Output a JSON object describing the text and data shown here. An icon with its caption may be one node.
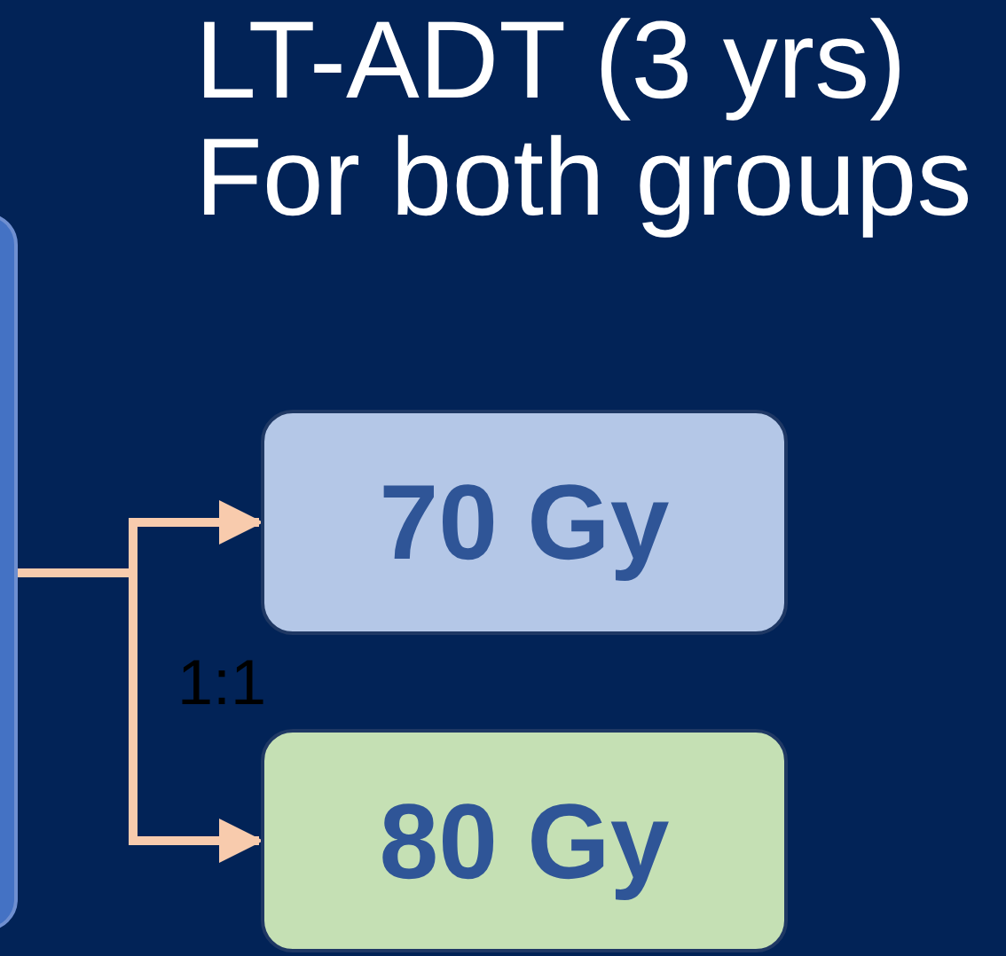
{
  "diagram": {
    "title": "LT-ADT (3 yrs) For both groups",
    "nodes": [
      {
        "text": [],
        "shape": "box"
      },
      {
        "text": [
          "70 Gy"
        ]
      },
      {
        "text": [
          "80 Gy"
        ]
      }
    ],
    "edges": [
      {
        "from": 0,
        "to": 1,
        "arrow": "to",
        "color": "#f8cbad"
      },
      {
        "from": 0,
        "to": 2,
        "arrow": "to",
        "color": "#f8cbad"
      }
    ],
    "labels": [
      "1:1"
    ]
  }
}
